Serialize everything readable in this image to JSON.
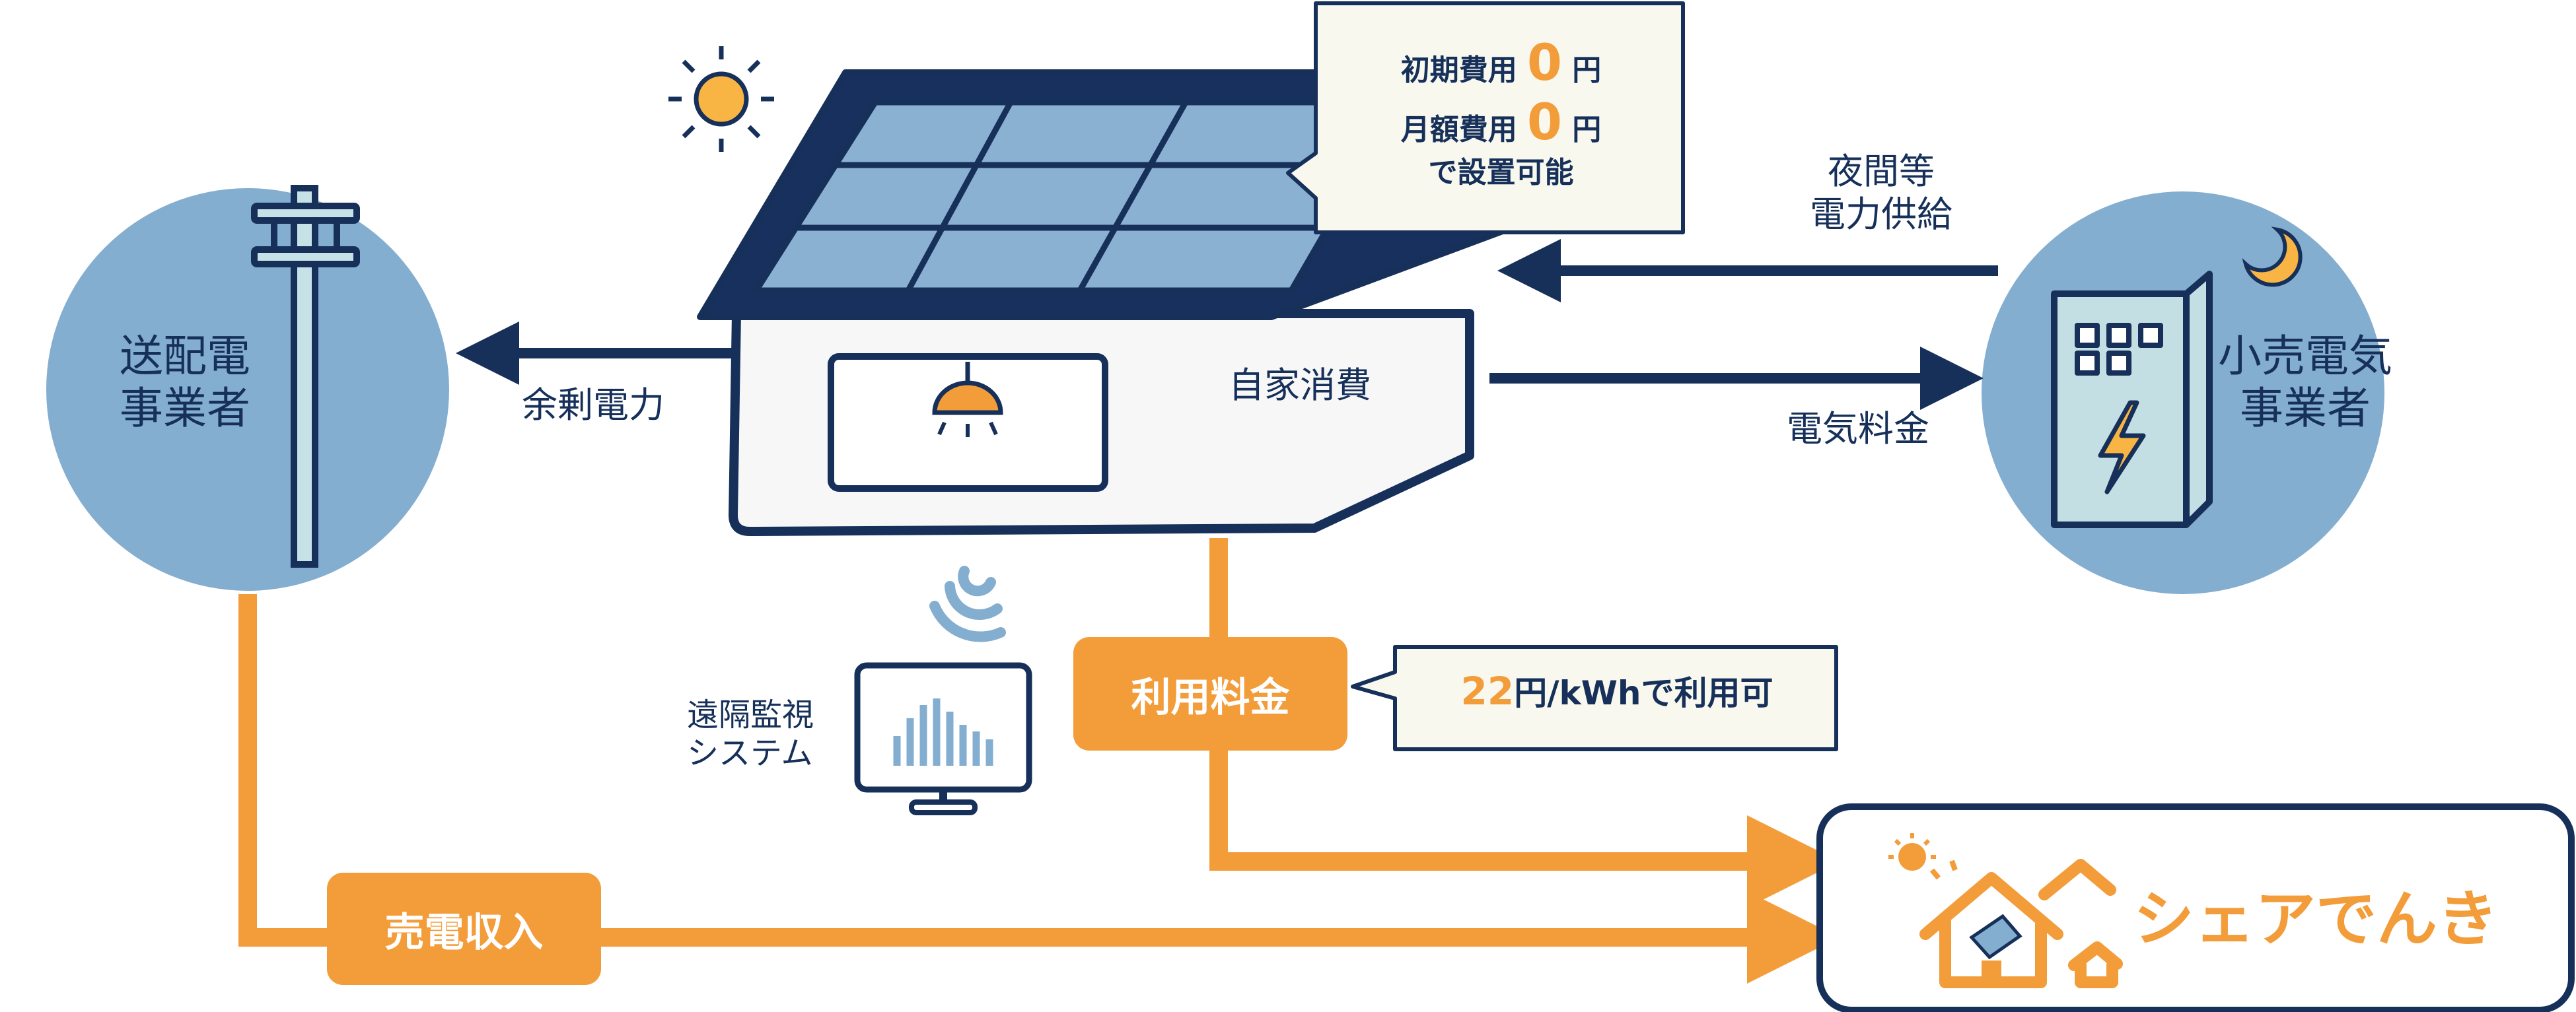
{
  "colors": {
    "navy": "#16305a",
    "orange": "#f39c3a",
    "circle_blue": "#84aed0",
    "panel_blue": "#8ab0d2",
    "callout_bg": "#f8f8ee",
    "cabinet_bg": "#c3dfe3",
    "wall_bg": "#f7f7f7",
    "sun_yellow": "#f9b543"
  },
  "grid_operator": {
    "line1": "送配電",
    "line2": "事業者"
  },
  "retailer": {
    "line1": "小売電気",
    "line2": "事業者"
  },
  "flows": {
    "surplus": "余剰電力",
    "self_consumption": "自家消費",
    "night_supply_1": "夜間等",
    "night_supply_2": "電力供給",
    "electricity_fee": "電気料金"
  },
  "cost_callout": {
    "initial_label": "初期費用",
    "initial_value": "0",
    "monthly_label": "月額費用",
    "monthly_value": "0",
    "currency": "円",
    "suffix": "で設置可能"
  },
  "usage_fee": {
    "label": "利用料金"
  },
  "rate_callout": {
    "value": "22",
    "unit": "円/kWhで利用可"
  },
  "monitoring": {
    "line1": "遠隔監視",
    "line2": "システム"
  },
  "sales_income": {
    "label": "売電収入"
  },
  "brand": {
    "name": "シェアでんき"
  },
  "icons": [
    "sun-icon",
    "utility-pole-icon",
    "lamp-icon",
    "wifi-signal-icon",
    "monitor-chart-icon",
    "power-cabinet-icon",
    "lightning-icon",
    "moon-icon",
    "house-logo-icon"
  ]
}
